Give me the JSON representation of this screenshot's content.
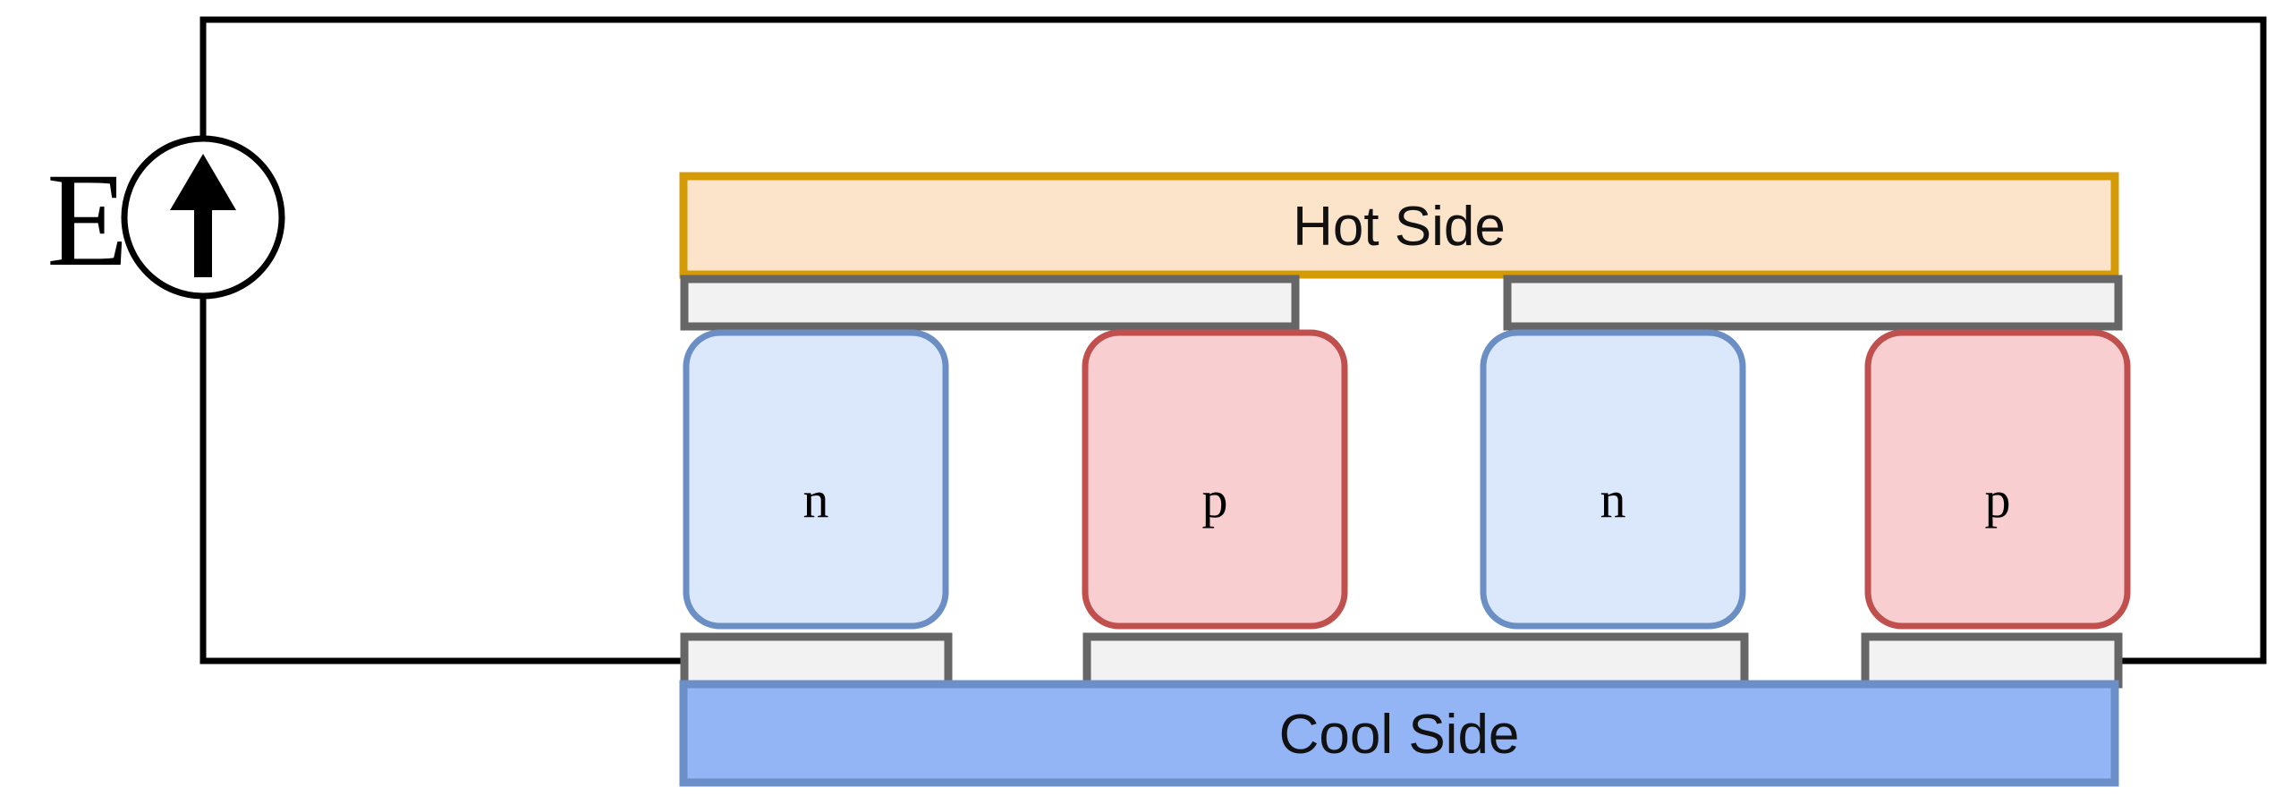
{
  "diagram": {
    "title": "Thermoelectric cooler (Peltier module) schematic",
    "source": {
      "label": "E",
      "symbol": "current-source-arrow-up",
      "arrow_direction": "up"
    },
    "panels": {
      "hot": {
        "label": "Hot Side",
        "fill": "#fce4cb",
        "stroke": "#d49b06"
      },
      "cool": {
        "label": "Cool Side",
        "fill": "#93b4f5",
        "stroke": "#6a8fc9"
      }
    },
    "legs": [
      {
        "label": "n",
        "type": "n",
        "fill": "#dbe8fb",
        "stroke": "#6b8fc4"
      },
      {
        "label": "p",
        "type": "p",
        "fill": "#f9ced0",
        "stroke": "#c0504d"
      },
      {
        "label": "n",
        "type": "n",
        "fill": "#dbe8fb",
        "stroke": "#6b8fc4"
      },
      {
        "label": "p",
        "type": "p",
        "fill": "#f9ced0",
        "stroke": "#c0504d"
      }
    ],
    "conductors": {
      "fill": "#f2f2f2",
      "stroke": "#666666",
      "top_count": 2,
      "bottom_count": 3
    },
    "wire": {
      "color": "#000000"
    }
  }
}
